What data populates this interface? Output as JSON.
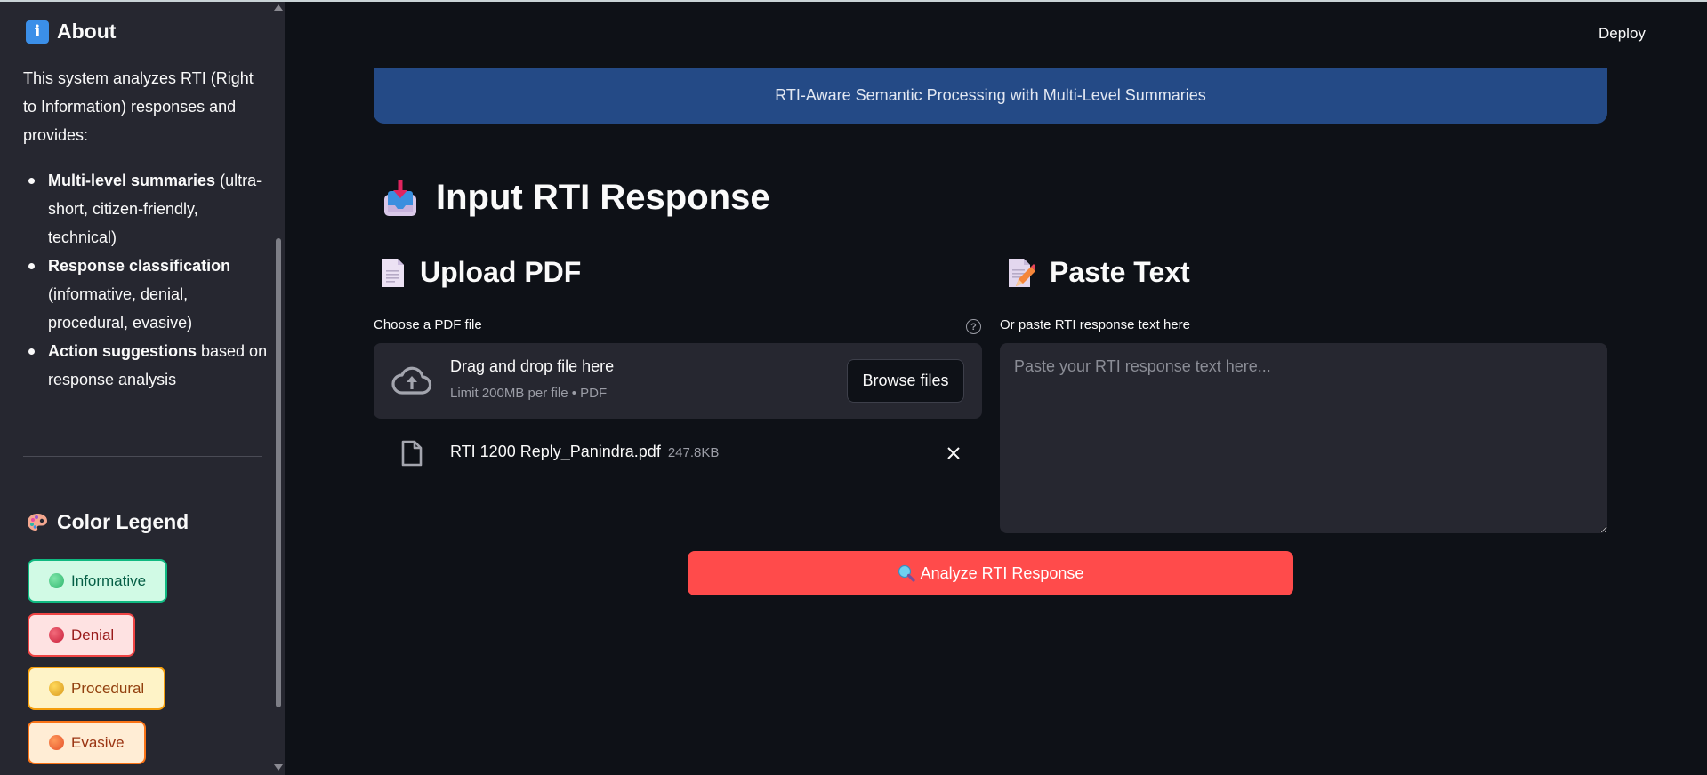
{
  "header": {
    "deploy_label": "Deploy"
  },
  "banner": {
    "text": "RTI-Aware Semantic Processing with Multi-Level Summaries"
  },
  "sidebar": {
    "about": {
      "icon": "info-icon",
      "title": "About",
      "description": "This system analyzes RTI (Right to Information) responses and provides:",
      "items": [
        {
          "bold": "Multi-level summaries",
          "text": " (ultra-short, citizen-friendly, technical)"
        },
        {
          "bold": "Response classification",
          "text": " (informative, denial, procedural, evasive)"
        },
        {
          "bold": "Action suggestions",
          "text": " based on response analysis"
        }
      ]
    },
    "legend": {
      "icon": "palette-icon",
      "title": "Color Legend",
      "items": [
        {
          "label": "Informative",
          "bg": "#d1fae5",
          "border": "#10b981",
          "text": "#065f46",
          "dot": "#34c77b"
        },
        {
          "label": "Denial",
          "bg": "#fee2e2",
          "border": "#ef4444",
          "text": "#991b1b",
          "dot": "#dc2a45"
        },
        {
          "label": "Procedural",
          "bg": "#fef3c7",
          "border": "#f59e0b",
          "text": "#92400e",
          "dot": "#e6b02a"
        },
        {
          "label": "Evasive",
          "bg": "#ffedd5",
          "border": "#f97316",
          "text": "#9a3412",
          "dot": "#f26a33"
        }
      ]
    }
  },
  "main": {
    "title": "Input RTI Response",
    "title_icon": "inbox-tray-icon",
    "upload": {
      "heading": "Upload PDF",
      "heading_icon": "page-icon",
      "label": "Choose a PDF file",
      "help_icon": "?",
      "dropzone_title": "Drag and drop file here",
      "dropzone_subtitle": "Limit 200MB per file • PDF",
      "browse_label": "Browse files",
      "file": {
        "name": "RTI 1200 Reply_Panindra.pdf",
        "size": "247.8KB",
        "remove_icon": "✕"
      }
    },
    "paste": {
      "heading": "Paste Text",
      "heading_icon": "memo-icon",
      "label": "Or paste RTI response text here",
      "placeholder": "Paste your RTI response text here...",
      "value": ""
    },
    "analyze_button": {
      "icon": "magnifier-icon",
      "label": "Analyze RTI Response"
    }
  },
  "colors": {
    "app_bg": "#0e1117",
    "sidebar_bg": "#262730",
    "banner_bg": "#244a86",
    "primary": "#ff4b4b"
  }
}
